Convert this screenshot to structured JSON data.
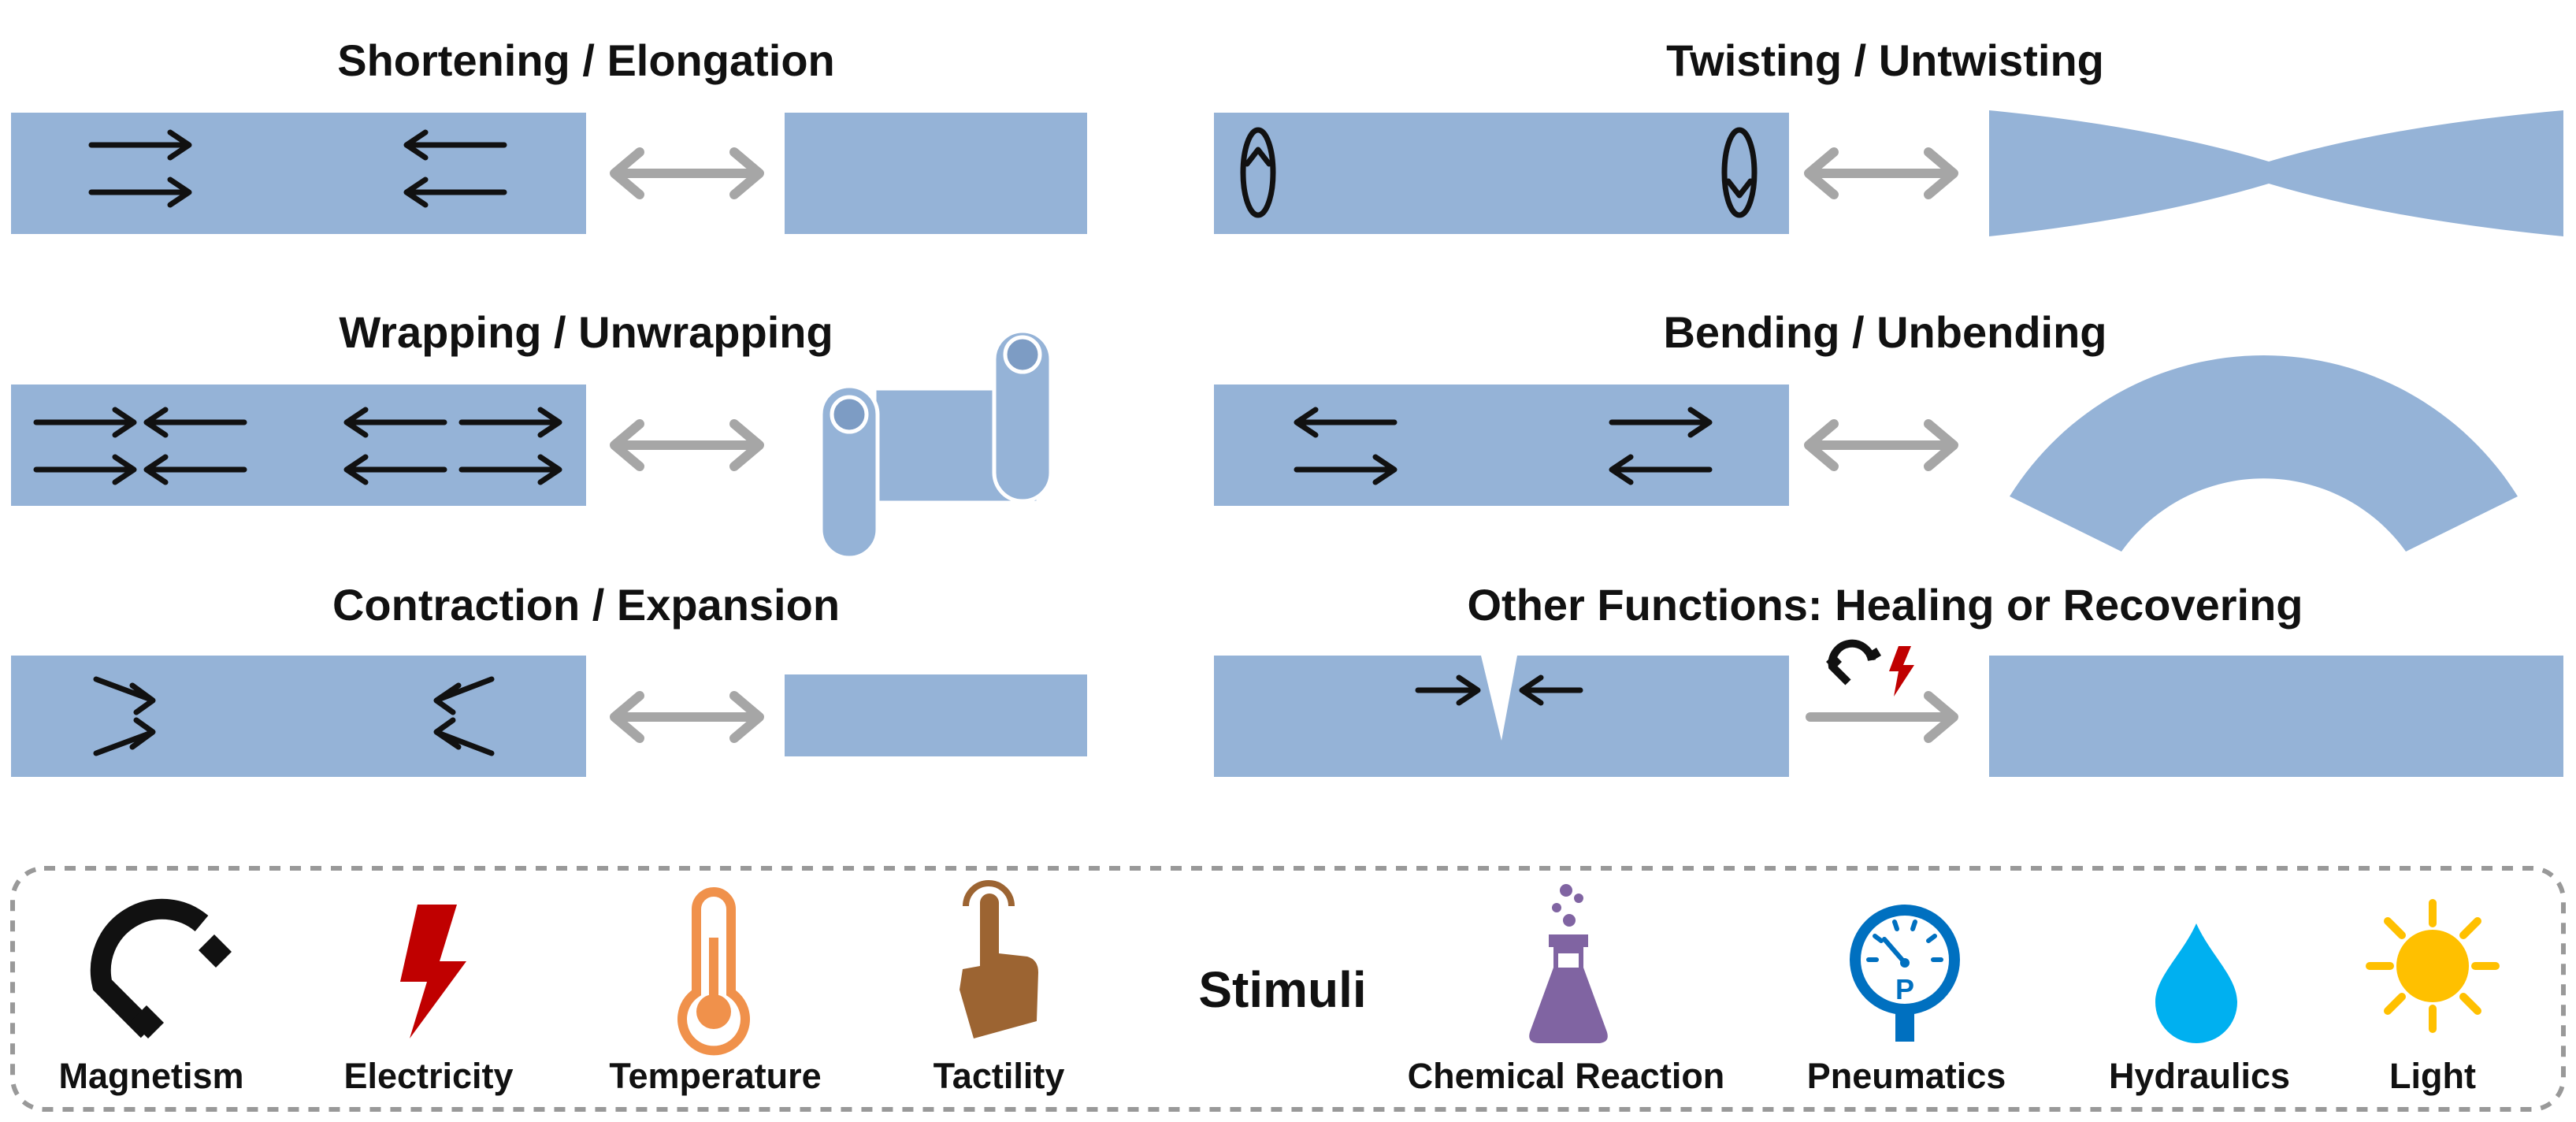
{
  "panels": {
    "shortening": {
      "title": "Shortening / Elongation"
    },
    "twisting": {
      "title": "Twisting / Untwisting"
    },
    "wrapping": {
      "title": "Wrapping / Unwrapping"
    },
    "bending": {
      "title": "Bending / Unbending"
    },
    "contraction": {
      "title": "Contraction / Expansion"
    },
    "other": {
      "title": "Other Functions: Healing or Recovering"
    }
  },
  "stimuli": {
    "heading": "Stimuli",
    "items": [
      {
        "label": "Magnetism",
        "icon": "magnet-icon"
      },
      {
        "label": "Electricity",
        "icon": "lightning-icon"
      },
      {
        "label": "Temperature",
        "icon": "thermometer-icon"
      },
      {
        "label": "Tactility",
        "icon": "touch-finger-icon"
      },
      {
        "label": "Chemical Reaction",
        "icon": "flask-icon"
      },
      {
        "label": "Pneumatics",
        "icon": "pressure-gauge-icon"
      },
      {
        "label": "Hydraulics",
        "icon": "water-drop-icon"
      },
      {
        "label": "Light",
        "icon": "sun-icon"
      }
    ]
  },
  "colors": {
    "strip": "#95b3d7",
    "strip_dark": "#7d9cc4",
    "arrow_gray": "#a6a6a6",
    "electricity": "#c00000",
    "temperature": "#f0914b",
    "tactility": "#9c6432",
    "chemical": "#8064a2",
    "pneumatics": "#0070c0",
    "hydraulics": "#00b0f0",
    "light": "#ffc000"
  }
}
